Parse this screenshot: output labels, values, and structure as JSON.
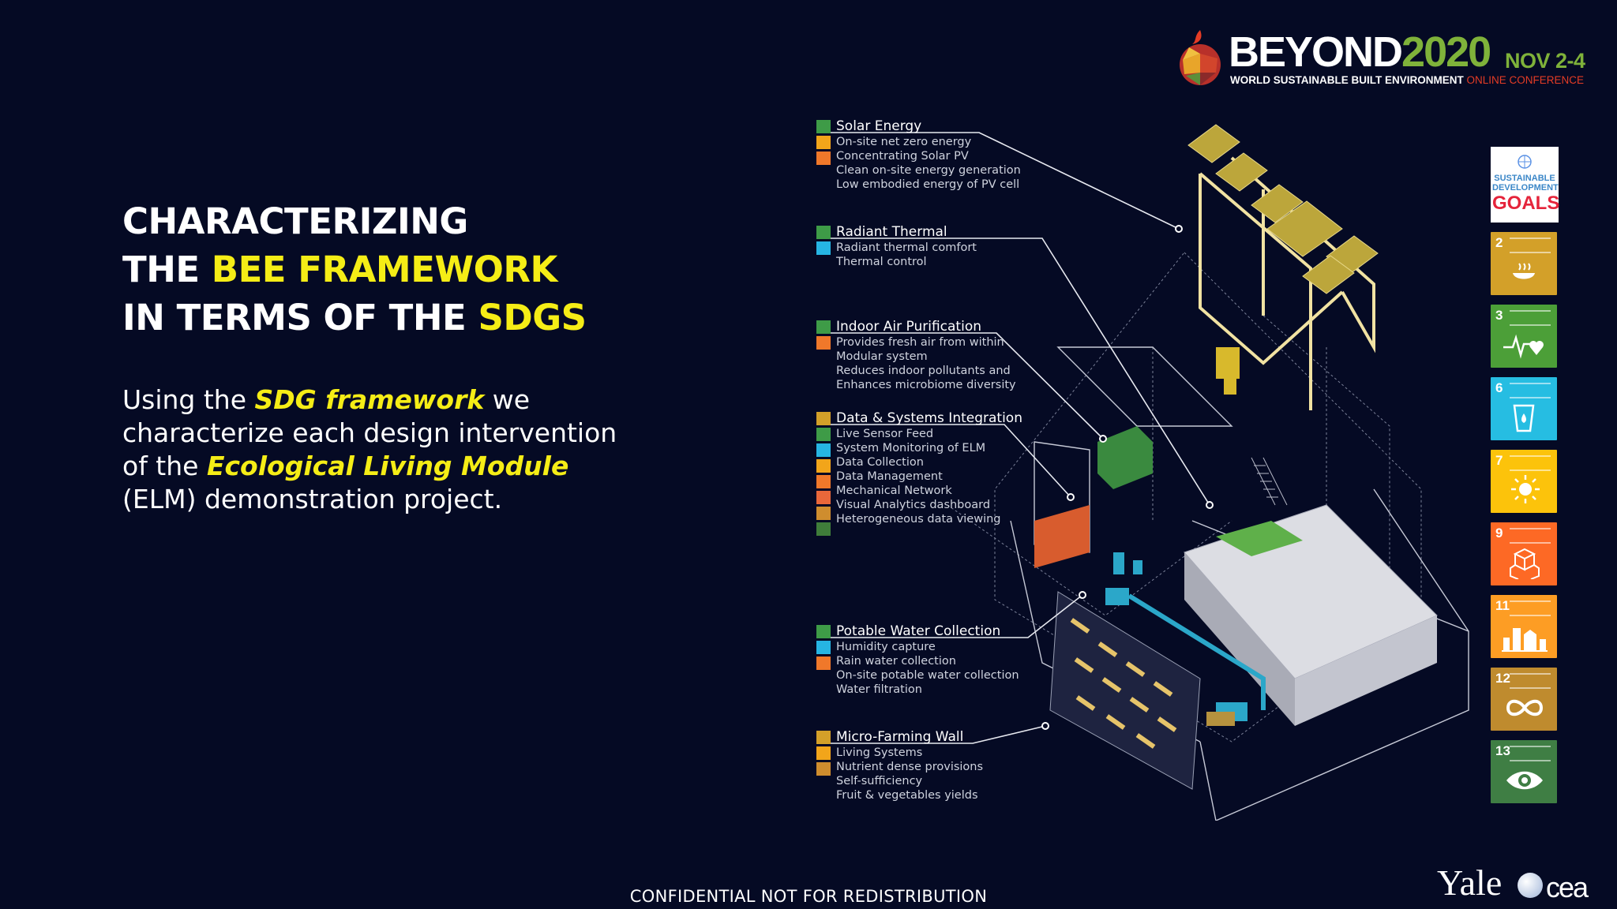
{
  "brand": {
    "word_beyond": "BEYOND",
    "word_year": "2020",
    "dates": "NOV 2-4",
    "subtitle_main": "WORLD SUSTAINABLE BUILT ENVIRONMENT",
    "subtitle_accent": "ONLINE CONFERENCE",
    "colors": {
      "green": "#7fb23a",
      "red": "#e53c25"
    }
  },
  "title": {
    "line1": "CHARACTERIZING",
    "line2_pre": "THE ",
    "line2_hl": "BEE FRAMEWORK",
    "line3_pre": "IN TERMS OF THE ",
    "line3_hl": "SDGS",
    "highlight_color": "#f5ed16"
  },
  "body": {
    "p1": "Using the ",
    "em1": "SDG framework",
    "p2": " we characterize each design intervention of the ",
    "em2": "Ecological Living Module",
    "p3": " (ELM) demonstration project."
  },
  "legend": [
    {
      "heading": "Solar Energy",
      "items": [
        "On-site net zero energy",
        "Concentrating Solar PV",
        "Clean on-site energy generation",
        "Low embodied energy of PV cell"
      ],
      "swatches": [
        "#3e9b47",
        "#f2a51a",
        "#f0782a"
      ]
    },
    {
      "heading": "Radiant Thermal",
      "items": [
        "Radiant thermal comfort",
        "Thermal control"
      ],
      "swatches": [
        "#3e9b47",
        "#26b5e3"
      ]
    },
    {
      "heading": "Indoor Air Purification",
      "items": [
        "Provides fresh air from within",
        "Modular system",
        "Reduces indoor pollutants and",
        "Enhances microbiome diversity"
      ],
      "swatches": [
        "#3e9b47",
        "#f0782a"
      ]
    },
    {
      "heading": "Data & Systems Integration",
      "items": [
        "Live Sensor Feed",
        "System Monitoring of ELM",
        "Data Collection",
        "Data Management",
        "Mechanical Network",
        "Visual Analytics dashboard",
        "Heterogeneous data viewing"
      ],
      "swatches": [
        "#d3a029",
        "#3e9b47",
        "#26b5e3",
        "#f2a51a",
        "#f0782a",
        "#e9673a",
        "#cf8d2e",
        "#3f7d3a"
      ]
    },
    {
      "heading": "Potable Water Collection",
      "items": [
        "Humidity capture",
        "Rain water collection",
        "On-site potable water collection",
        "Water filtration"
      ],
      "swatches": [
        "#3e9b47",
        "#26b5e3",
        "#f0782a"
      ]
    },
    {
      "heading": "Micro-Farming Wall",
      "items": [
        "Living Systems",
        "Nutrient dense provisions",
        "Self-sufficiency",
        "Fruit & vegetables yields"
      ],
      "swatches": [
        "#d3a029",
        "#f2a51a",
        "#cf8d2e"
      ]
    }
  ],
  "sdg_goals": [
    {
      "label": "SUSTAINABLE DEVELOPMENT GOALS",
      "line1": "SUSTAINABLE",
      "line2": "DEVELOPMENT",
      "line3": "GOALS"
    },
    {
      "number": "2",
      "color": "#d3a029"
    },
    {
      "number": "3",
      "color": "#4c9f38"
    },
    {
      "number": "6",
      "color": "#26bde2"
    },
    {
      "number": "7",
      "color": "#fcc30b"
    },
    {
      "number": "9",
      "color": "#fd6925"
    },
    {
      "number": "11",
      "color": "#fd9d24"
    },
    {
      "number": "12",
      "color": "#bf8b2e"
    },
    {
      "number": "13",
      "color": "#3f7e44"
    }
  ],
  "footer": {
    "confidential": "CONFIDENTIAL NOT FOR REDISTRIBUTION",
    "yale": "Yale",
    "cea": "cea"
  }
}
